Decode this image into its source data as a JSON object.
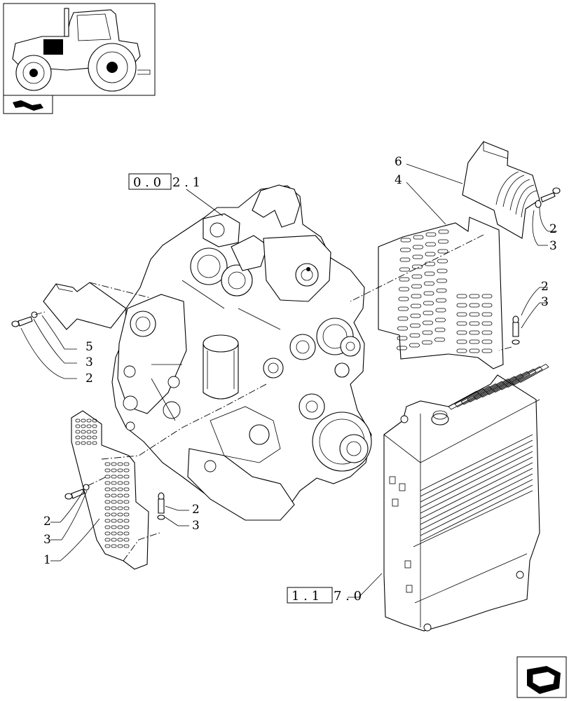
{
  "references": {
    "engine_ref": {
      "boxed": "0 . 0",
      "rest": "2 . 1"
    },
    "radiator_ref": {
      "boxed": "1 . 1",
      "rest": "7 . 0"
    }
  },
  "callouts": {
    "left_shield": {
      "item_5": "5",
      "item_3": "3",
      "item_2": "2"
    },
    "lower_left": {
      "item_2": "2",
      "item_3": "3",
      "item_1": "1"
    },
    "lower_mid": {
      "item_2": "2",
      "item_3": "3"
    },
    "right_panel": {
      "item_6": "6",
      "item_4": "4",
      "item_2a": "2",
      "item_3a": "3",
      "item_2b": "2",
      "item_3b": "3"
    }
  },
  "icons": {
    "tractor_thumbnail": "tractor-thumbnail-icon",
    "section_marker": "section-arrow-icon",
    "next_page": "next-page-arrow-icon"
  },
  "colors": {
    "line": "#000000",
    "background": "#ffffff"
  }
}
